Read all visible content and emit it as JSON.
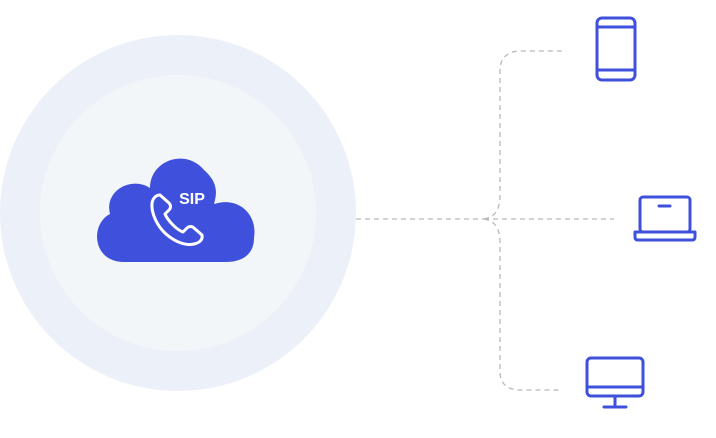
{
  "hub": {
    "label": "SIP",
    "icon": "sip-cloud-phone-icon",
    "outer_ring_color": "#ecf1f9",
    "inner_disc_color": "#f3f6f8",
    "cloud_color": "#3f51dc"
  },
  "connector": {
    "style": "dashed",
    "color": "#b9b9b9"
  },
  "devices": [
    {
      "name": "smartphone",
      "icon": "smartphone-icon"
    },
    {
      "name": "laptop",
      "icon": "laptop-icon"
    },
    {
      "name": "desktop-monitor",
      "icon": "monitor-icon"
    }
  ],
  "colors": {
    "icon_stroke": "#3f51dc",
    "background": "#ffffff"
  }
}
